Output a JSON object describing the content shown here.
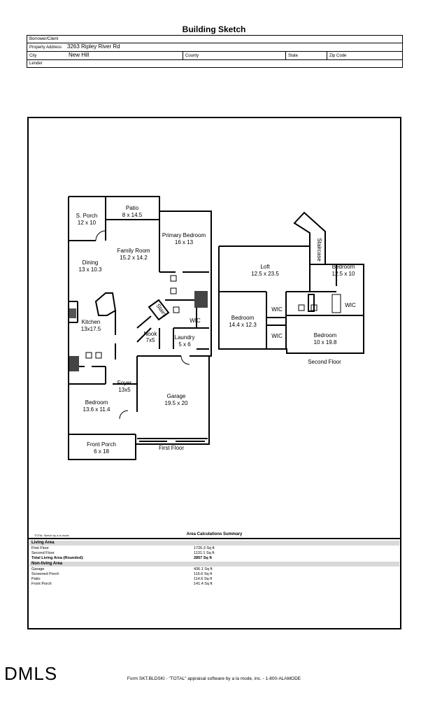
{
  "header": {
    "title": "Building Sketch",
    "borrower_label": "Borrower/Client",
    "borrower_value": "",
    "address_label": "Property Address",
    "address_value": "3263 Ripley River Rd",
    "city_label": "City",
    "city_value": "New Hill",
    "county_label": "County",
    "state_label": "State",
    "zip_label": "Zip Code",
    "lender_label": "Lender"
  },
  "plan": {
    "first_floor_label": "First Floor",
    "second_floor_label": "Second Floor",
    "rooms_first": [
      {
        "id": "s-porch",
        "name": "S. Porch",
        "dim": "12 x 10"
      },
      {
        "id": "patio",
        "name": "Patio",
        "dim": "8 x 14.5"
      },
      {
        "id": "primary-bedroom",
        "name": "Primary Bedroom",
        "dim": "16 x 13"
      },
      {
        "id": "family-room",
        "name": "Family Room",
        "dim": "15.2 x 14.2"
      },
      {
        "id": "dining",
        "name": "Dining",
        "dim": "13 x 10.3"
      },
      {
        "id": "kitchen",
        "name": "Kitchen",
        "dim": "13x17.5"
      },
      {
        "id": "stairs",
        "name": "Stairs",
        "dim": ""
      },
      {
        "id": "wic-first",
        "name": "WIC",
        "dim": ""
      },
      {
        "id": "nook",
        "name": "Nook",
        "dim": "7x5"
      },
      {
        "id": "laundry",
        "name": "Laundry",
        "dim": "5 x 6"
      },
      {
        "id": "foyer",
        "name": "Foyer",
        "dim": "13x5"
      },
      {
        "id": "garage",
        "name": "Garage",
        "dim": "19.5 x 20"
      },
      {
        "id": "bedroom-first",
        "name": "Bedroom",
        "dim": "13.6 x 11.4"
      },
      {
        "id": "front-porch",
        "name": "Front Porch",
        "dim": "6 x 18"
      }
    ],
    "rooms_second": [
      {
        "id": "staircase",
        "name": "Staircase",
        "dim": ""
      },
      {
        "id": "loft",
        "name": "Loft",
        "dim": "12.5 x 23.5"
      },
      {
        "id": "bedroom-ne",
        "name": "Bedroom",
        "dim": "12.5 x 10"
      },
      {
        "id": "bedroom-w",
        "name": "Bedroom",
        "dim": "14.4 x 12.3"
      },
      {
        "id": "wic-a",
        "name": "WIC",
        "dim": ""
      },
      {
        "id": "wic-b",
        "name": "WIC",
        "dim": ""
      },
      {
        "id": "wic-c",
        "name": "WIC",
        "dim": ""
      },
      {
        "id": "bedroom-se",
        "name": "Bedroom",
        "dim": "10 x 19.8"
      }
    ]
  },
  "summary": {
    "credit": "TOTAL Sketch by a la mode",
    "title": "Area Calculations Summary",
    "living_header": "Living Area",
    "living": [
      {
        "label": "First Floor",
        "value": "1726.3 Sq ft"
      },
      {
        "label": "Second Floor",
        "value": "1131.1 Sq ft"
      }
    ],
    "total_label": "Total Living Area (Rounded):",
    "total_value": "2857 Sq ft",
    "nonliving_header": "Non-living Area",
    "nonliving": [
      {
        "label": "Garage",
        "value": "436.1 Sq ft"
      },
      {
        "label": "Screened Porch",
        "value": "116.6 Sq ft"
      },
      {
        "label": "Patio",
        "value": "114.6 Sq ft"
      },
      {
        "label": "Front Porch",
        "value": "141.4 Sq ft"
      }
    ]
  },
  "logo": "DMLS",
  "footer": "Form SKT.BLDSKI - \"TOTAL\" appraisal software by a la mode, inc. - 1-800-ALAMODE"
}
